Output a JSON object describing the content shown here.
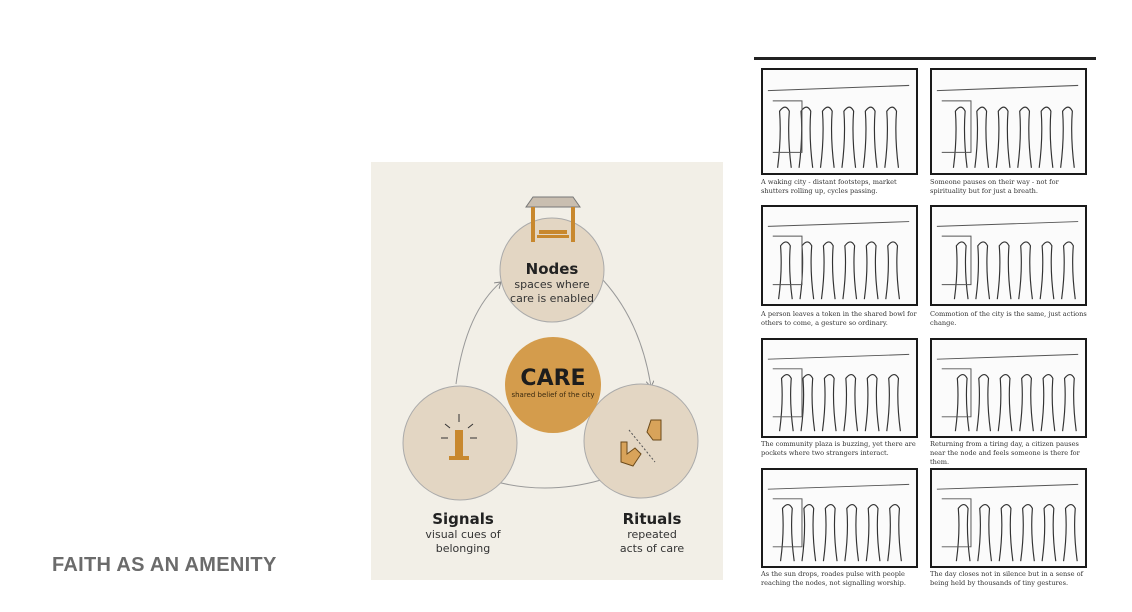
{
  "slide_title": "FAITH AS AN AMENITY",
  "diagram": {
    "center": {
      "title": "CARE",
      "subtitle": "shared belief of the city"
    },
    "nodes": [
      {
        "title": "Nodes",
        "subtitle_1": "spaces where",
        "subtitle_2": "care is enabled",
        "icon": "shelter-bench-icon"
      },
      {
        "title": "Rituals",
        "subtitle_1": "repeated",
        "subtitle_2": "acts of care",
        "icon": "hands-icon"
      },
      {
        "title": "Signals",
        "subtitle_1": "visual cues of",
        "subtitle_2": "belonging",
        "icon": "candle-glow-icon"
      }
    ],
    "colors": {
      "background": "#f2efe7",
      "node": "#e3d6c3",
      "care": "#d49c4c",
      "icon": "#c8882e"
    }
  },
  "storyboard": {
    "captions": [
      "A waking city - distant footsteps, market shutters rolling up, cycles passing.",
      "Someone pauses on their way - not for spirituality but for just a breath.",
      "A person leaves a token in the shared bowl for others to come, a gesture so ordinary.",
      "Commotion of the city is the same, just actions change.",
      "The community plaza is buzzing, yet there are pockets where two strangers interact.",
      "Returning from a tiring day, a citizen pauses near the node and feels someone is there for them.",
      "As the sun drops, roades pulse with people reaching the nodes, not signalling worship.",
      "The day closes not in silence but in a sense of being held by thousands of tiny gestures."
    ]
  }
}
